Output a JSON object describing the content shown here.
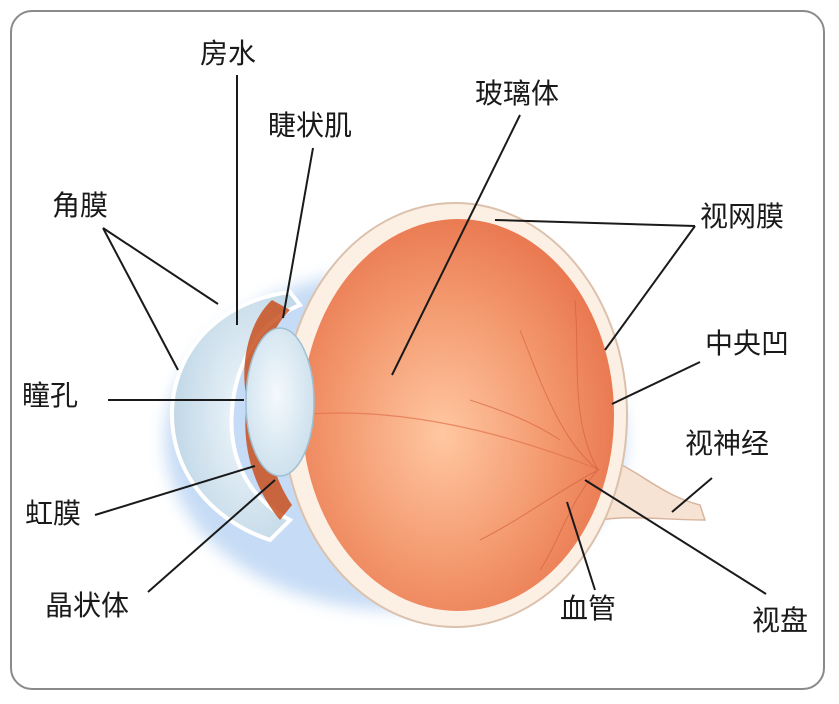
{
  "labels": {
    "aqueous_humor": "房水",
    "ciliary_muscle": "睫状肌",
    "vitreous_body": "玻璃体",
    "cornea": "角膜",
    "retina": "视网膜",
    "fovea": "中央凹",
    "pupil": "瞳孔",
    "optic_nerve": "视神经",
    "iris": "虹膜",
    "lens": "晶状体",
    "blood_vessel": "血管",
    "optic_disc": "视盘"
  },
  "colors": {
    "eyeball": "#f08a62",
    "eyeball_light": "#ffc19a",
    "sclera": "#fbe9dc",
    "cornea": "#cfe2ee",
    "shadow": "#aac8ef",
    "iris": "#c8501f",
    "line": "#1a1a1a"
  }
}
